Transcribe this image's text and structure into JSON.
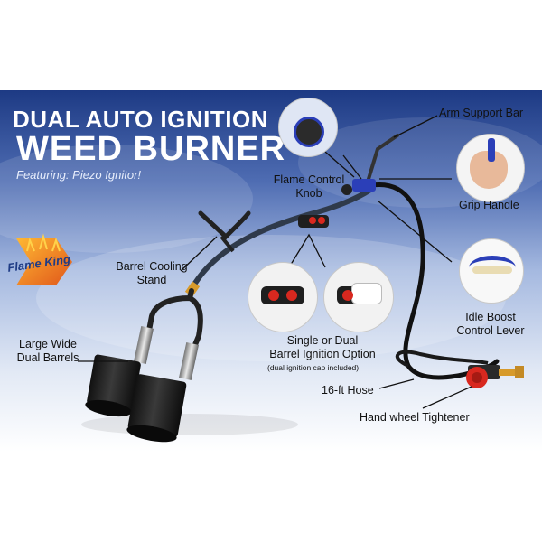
{
  "title_line1": "DUAL AUTO IGNITION",
  "title_line2": "WEED BURNER",
  "subtitle": "Featuring: Piezo Ignitor!",
  "logo_text": "Flame King",
  "labels": {
    "arm_support_bar": "Arm Support Bar",
    "flame_control_knob_line1": "Flame Control",
    "flame_control_knob_line2": "Knob",
    "grip_handle": "Grip Handle",
    "barrel_cooling_stand_line1": "Barrel Cooling",
    "barrel_cooling_stand_line2": "Stand",
    "idle_boost_line1": "Idle Boost",
    "idle_boost_line2": "Control Lever",
    "ignition_option_line1": "Single or Dual",
    "ignition_option_line2": "Barrel Ignition Option",
    "ignition_note": "(dual ignition cap included)",
    "large_barrels_line1": "Large Wide",
    "large_barrels_line2": "Dual Barrels",
    "hose": "16-ft Hose",
    "hand_wheel": "Hand wheel Tightener"
  },
  "colors": {
    "banner_top": "#1f3c86",
    "accent_blue": "#2b3fb8",
    "regulator_red": "#d8281f",
    "brass": "#d79a2b",
    "logo_orange": "#f08a1c"
  }
}
